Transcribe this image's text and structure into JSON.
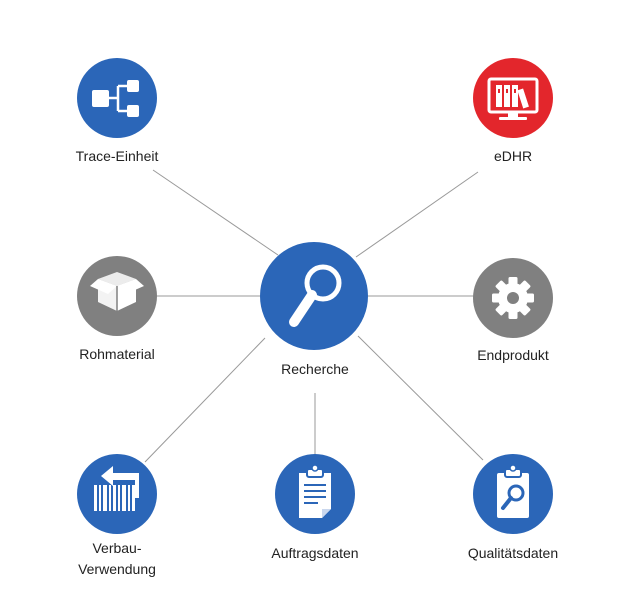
{
  "center": {
    "label": "Recherche",
    "icon": "magnifier-icon"
  },
  "nodes": {
    "trace_unit": {
      "label": "Trace-Einheit",
      "icon": "hierarchy-tree-icon"
    },
    "edhr": {
      "label": "eDHR",
      "icon": "monitor-binders-icon"
    },
    "raw_material": {
      "label": "Rohmaterial",
      "icon": "open-box-icon"
    },
    "end_product": {
      "label": "Endprodukt",
      "icon": "gear-icon"
    },
    "where_used": {
      "label_line1": "Verbau-",
      "label_line2": "Verwendung",
      "icon": "barcode-arrow-icon"
    },
    "order_data": {
      "label": "Auftragsdaten",
      "icon": "clipboard-icon"
    },
    "quality_data": {
      "label": "Qualitätsdaten",
      "icon": "clipboard-search-icon"
    }
  },
  "colors": {
    "blue": "#2b66b8",
    "red": "#e3262c",
    "gray": "#808080",
    "line": "#999999",
    "text": "#222222"
  }
}
